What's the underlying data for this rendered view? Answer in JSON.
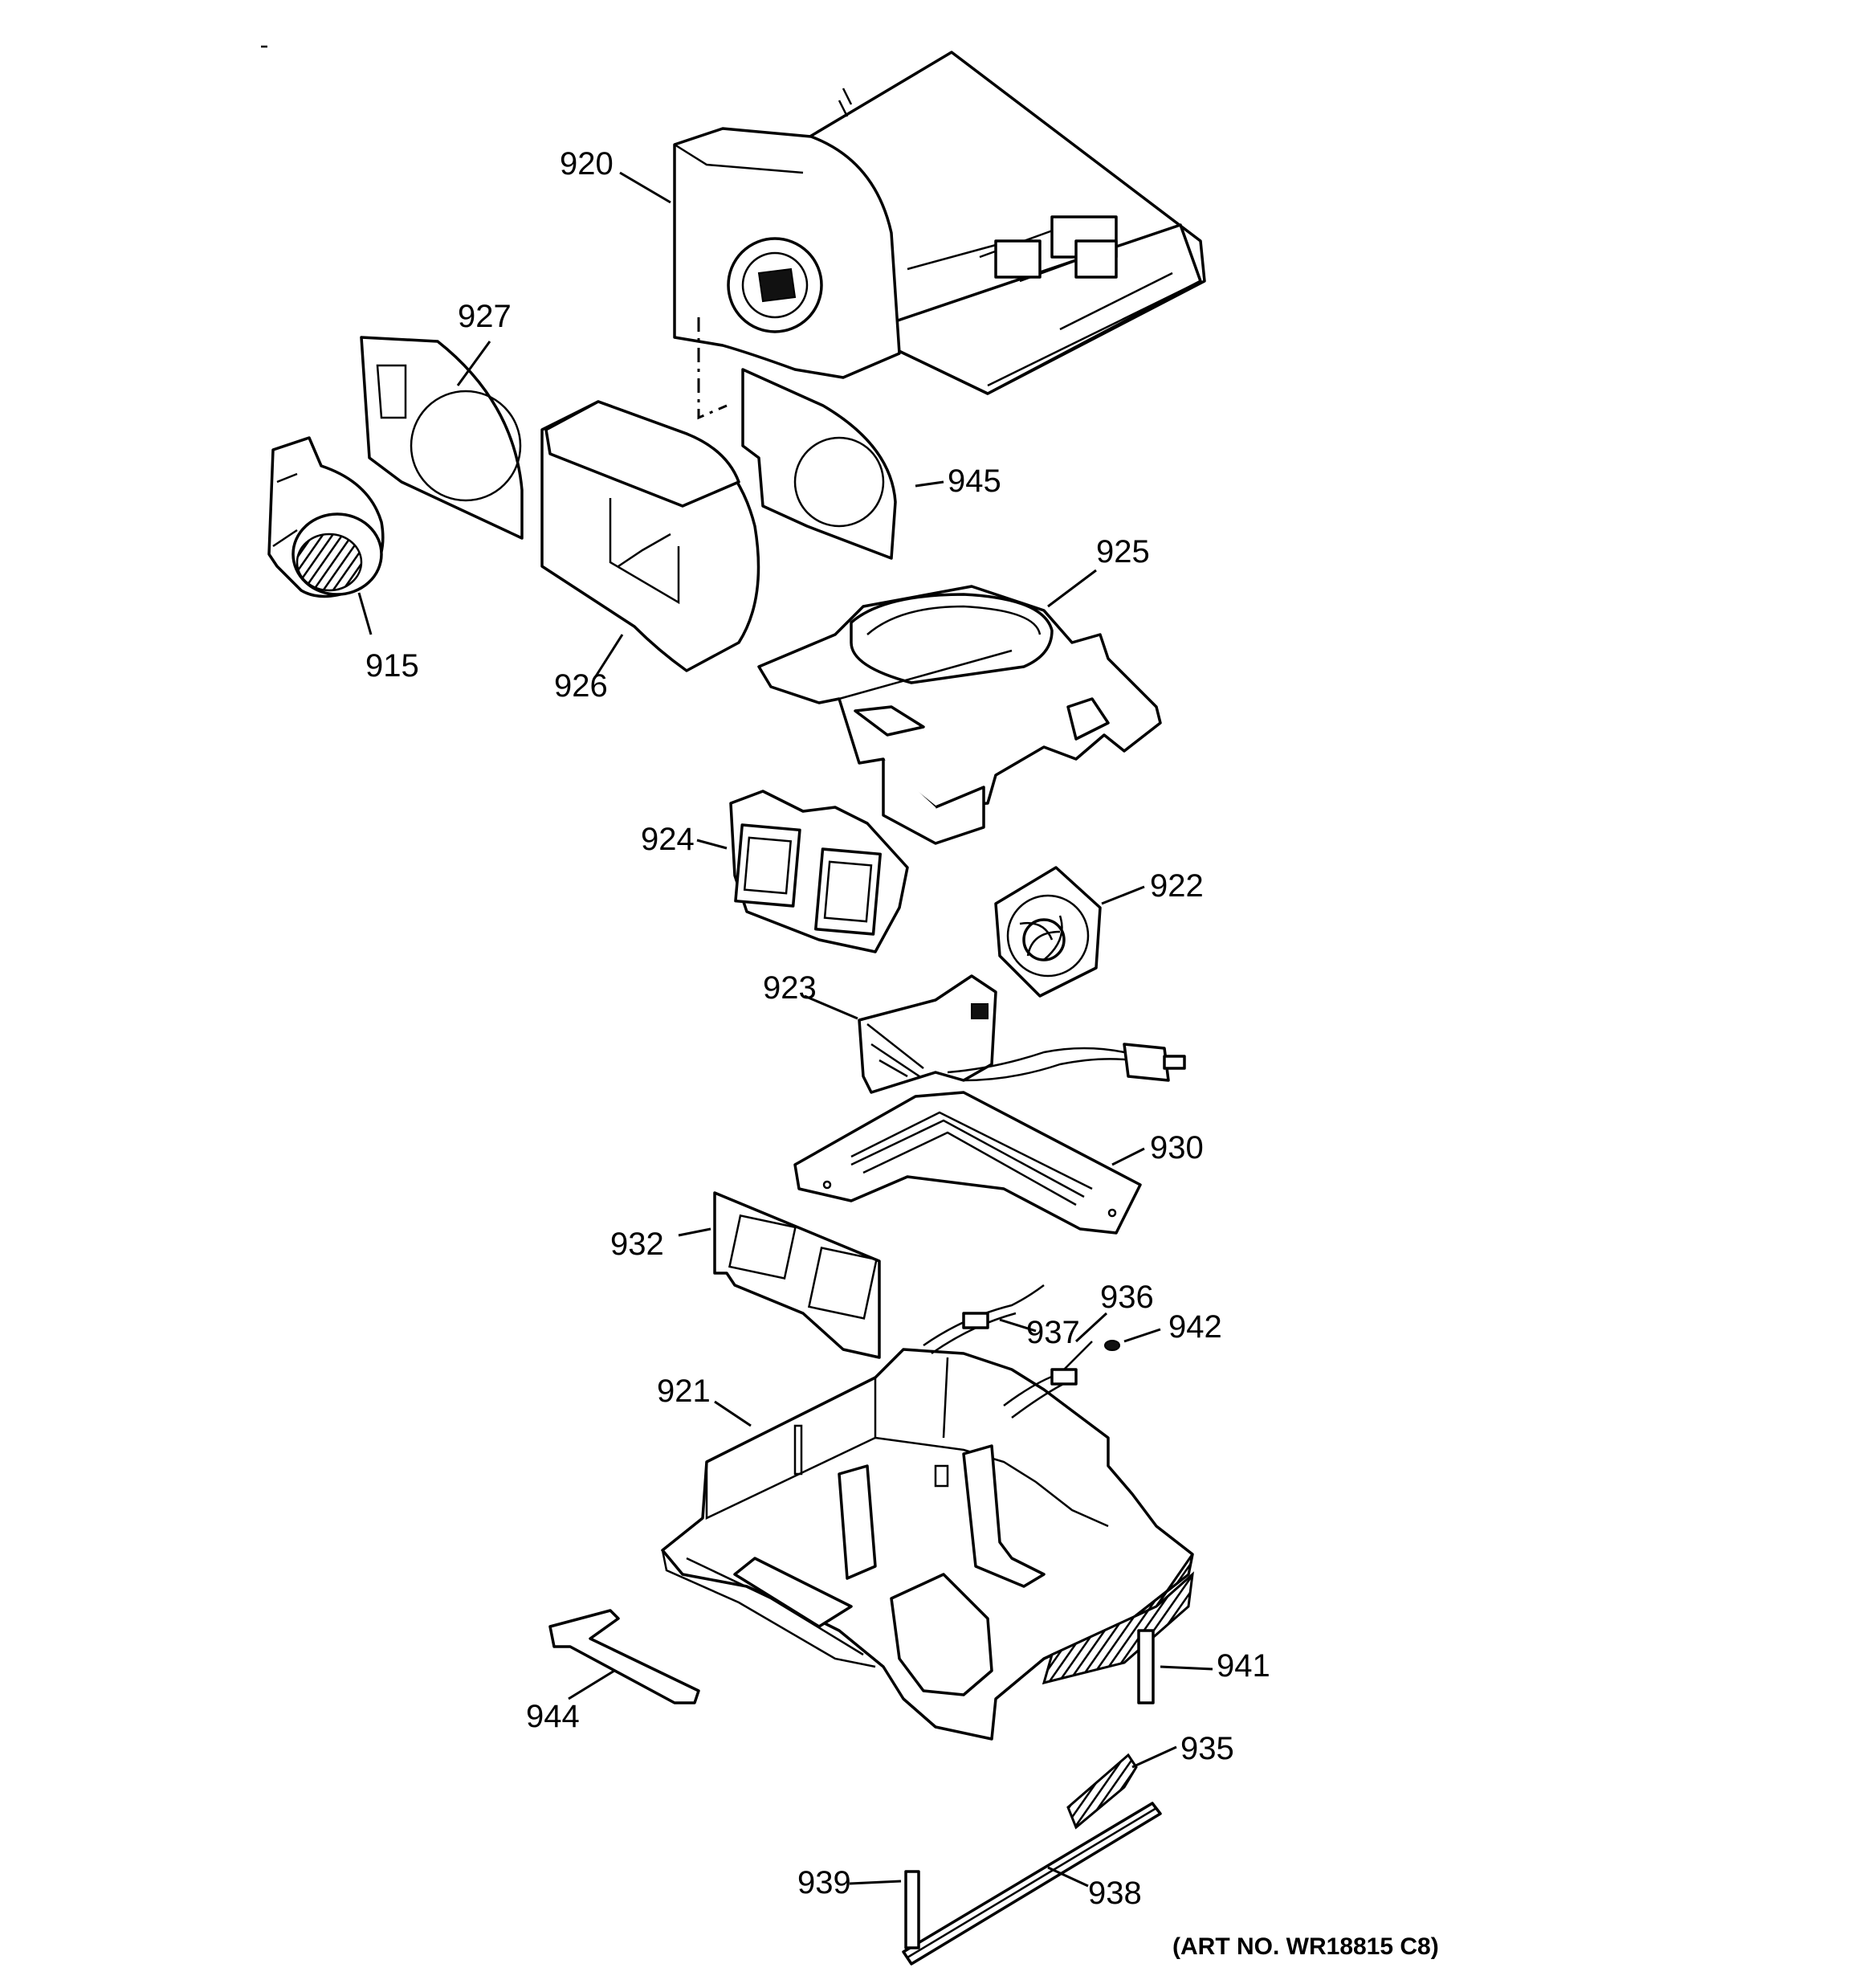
{
  "callouts": [
    {
      "id": "915",
      "label": "915"
    },
    {
      "id": "920",
      "label": "920"
    },
    {
      "id": "921",
      "label": "921"
    },
    {
      "id": "922",
      "label": "922"
    },
    {
      "id": "923",
      "label": "923"
    },
    {
      "id": "924",
      "label": "924"
    },
    {
      "id": "925",
      "label": "925"
    },
    {
      "id": "926",
      "label": "926"
    },
    {
      "id": "927",
      "label": "927"
    },
    {
      "id": "930",
      "label": "930"
    },
    {
      "id": "932",
      "label": "932"
    },
    {
      "id": "935",
      "label": "935"
    },
    {
      "id": "936",
      "label": "936"
    },
    {
      "id": "937",
      "label": "937"
    },
    {
      "id": "938",
      "label": "938"
    },
    {
      "id": "939",
      "label": "939"
    },
    {
      "id": "941",
      "label": "941"
    },
    {
      "id": "942",
      "label": "942"
    },
    {
      "id": "944",
      "label": "944"
    },
    {
      "id": "945",
      "label": "945"
    }
  ],
  "art_number": "(ART NO. WR18815 C8)"
}
